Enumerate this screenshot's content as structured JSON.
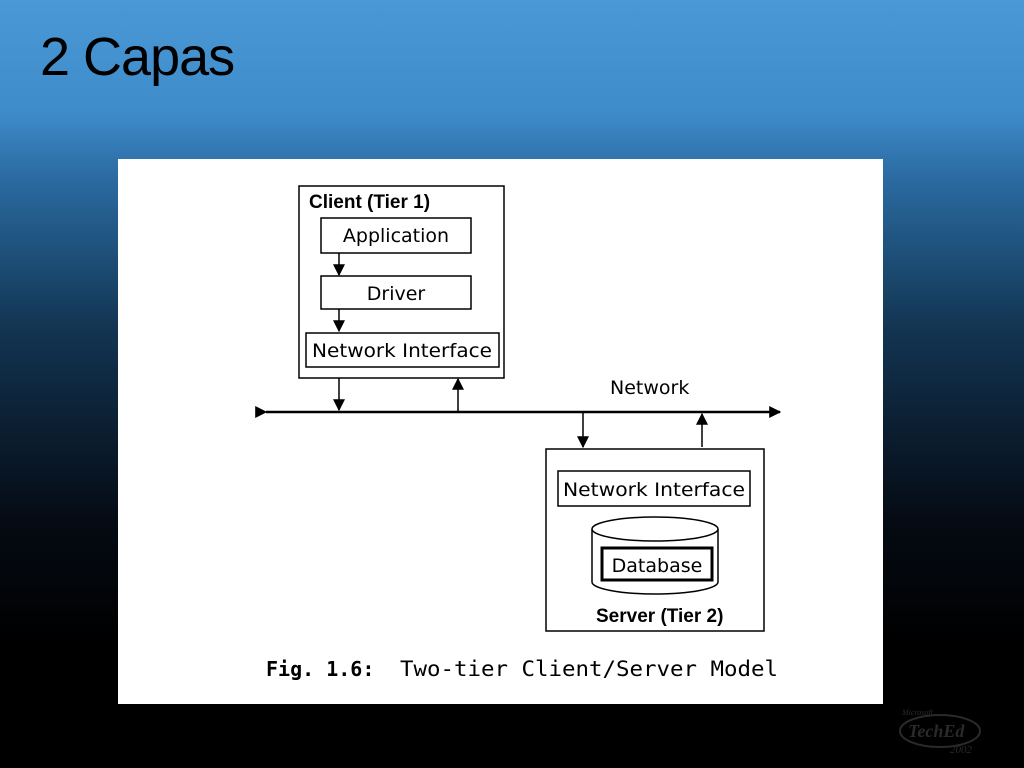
{
  "slide": {
    "title": "2 Capas"
  },
  "diagram": {
    "client": {
      "title": "Client (Tier 1)",
      "application": "Application",
      "driver": "Driver",
      "network_interface": "Network Interface"
    },
    "network": {
      "label": "Network"
    },
    "server": {
      "title": "Server (Tier 2)",
      "network_interface": "Network Interface",
      "database": "Database"
    },
    "caption": {
      "prefix": "Fig. 1.6:",
      "text": "Two-tier Client/Server Model"
    }
  },
  "logo": {
    "brand_small": "Microsoft",
    "name": "TechEd",
    "year": "2002"
  }
}
